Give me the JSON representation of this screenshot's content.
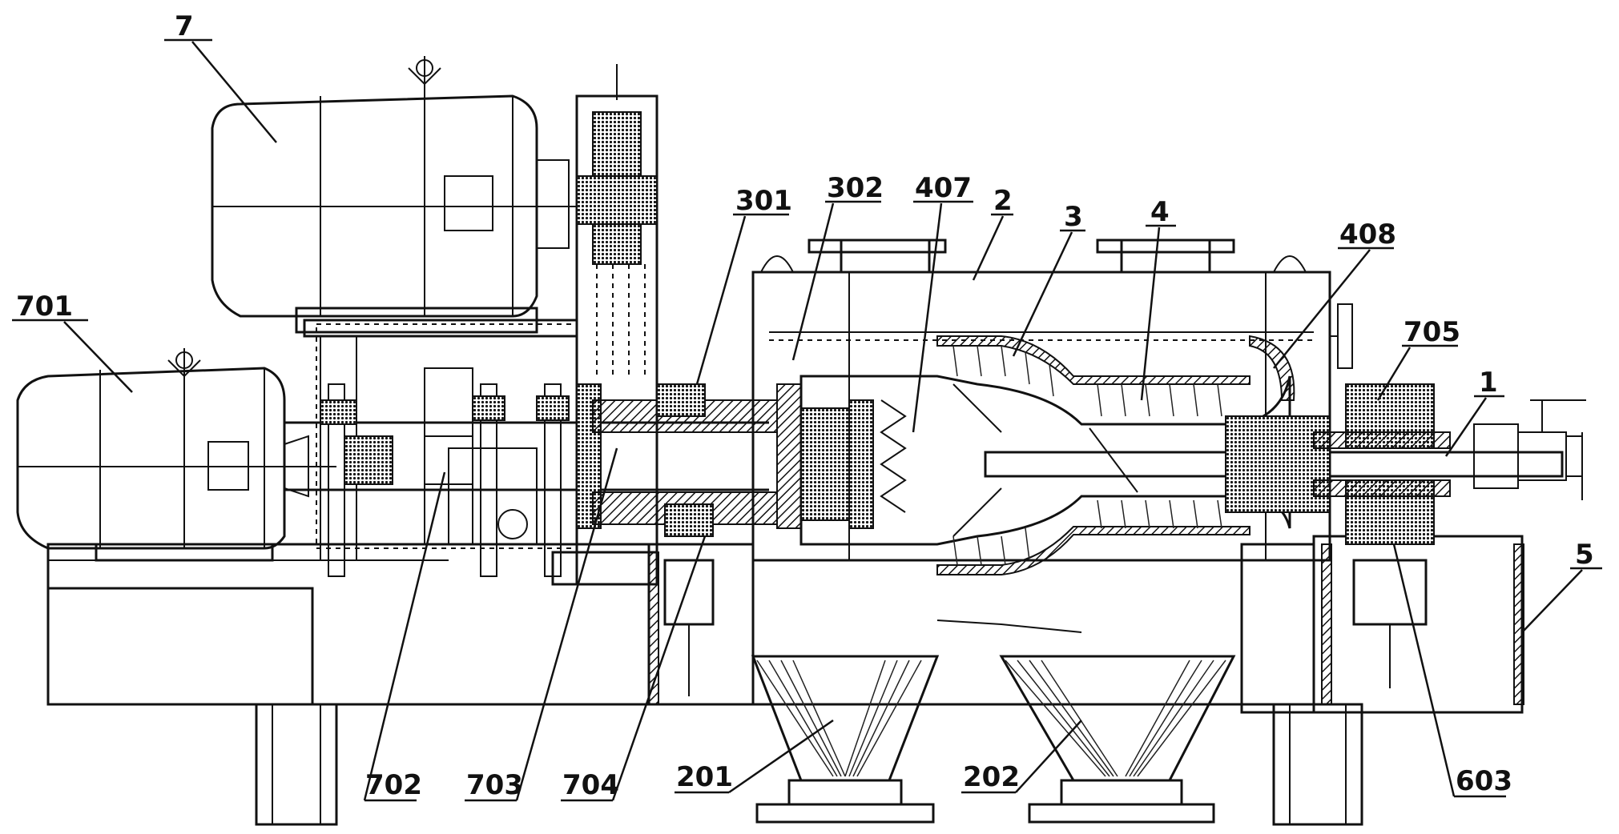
{
  "labels": {
    "l7": "7",
    "l701": "701",
    "l301": "301",
    "l302": "302",
    "l407": "407",
    "l2": "2",
    "l3": "3",
    "l4": "4",
    "l408": "408",
    "l705": "705",
    "l1": "1",
    "l5": "5",
    "l702": "702",
    "l703": "703",
    "l704": "704",
    "l201": "201",
    "l202": "202",
    "l603": "603"
  },
  "colors": {
    "line": "#111111",
    "background": "#ffffff"
  }
}
